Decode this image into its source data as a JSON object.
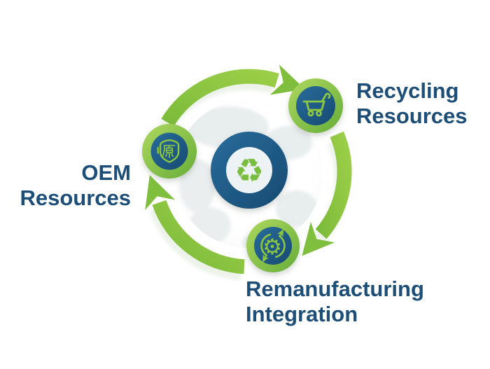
{
  "diagram": {
    "description": "Circular economy cycle diagram with globe center and three resource nodes connected by green clockwise arrows",
    "center": {
      "icon": "recycling-symbol",
      "glyph": "♻"
    },
    "cycle_nodes": [
      {
        "id": "recycling-resources",
        "icon": "shopping-cart",
        "label": {
          "line1": "Recycling",
          "line2": "Resources"
        }
      },
      {
        "id": "oem-resources",
        "icon": "shield-original-character",
        "glyph": "原",
        "label": {
          "line1": "OEM",
          "line2": "Resources"
        }
      },
      {
        "id": "remanufacturing-integration",
        "icon": "gear-refresh-cycle",
        "glyph": "⚙",
        "label": {
          "line1": "Remanufacturing",
          "line2": "Integration"
        }
      }
    ],
    "colors": {
      "arrow_green": "#8dc63f",
      "ring_green_light": "#a9d55b",
      "ring_green_dark": "#69af3a",
      "node_blue_light": "#276a99",
      "node_blue_dark": "#174d77",
      "label_navy": "#1d4e78",
      "globe_land_gray": "#e8edee",
      "center_inner_pale": "#edf3f4",
      "background": "#ffffff"
    }
  }
}
